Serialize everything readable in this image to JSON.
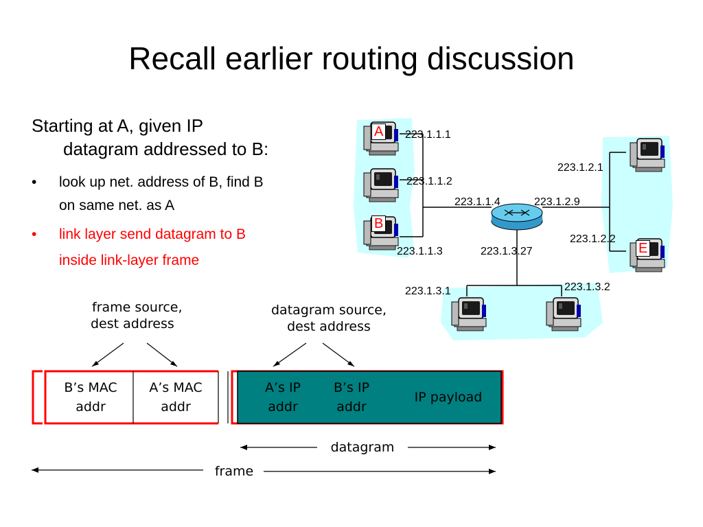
{
  "title": "Recall earlier routing discussion",
  "intro": {
    "line1": "Starting at A, given IP",
    "line2": "datagram addressed to B:"
  },
  "bullets": [
    {
      "marker": "•",
      "lines": [
        "look up net. address of B, find B",
        "on same net. as A"
      ],
      "color": "#000000"
    },
    {
      "marker": "•",
      "lines": [
        "link layer send datagram to B",
        "inside link-layer frame"
      ],
      "color": "#ff0000"
    }
  ],
  "network": {
    "hosts": {
      "A": "A",
      "B": "B",
      "E": "E"
    },
    "addresses": {
      "a1": "223.1.1.1",
      "a2": "223.1.1.2",
      "a3": "223.1.1.3",
      "a4": "223.1.1.4",
      "b1": "223.1.2.1",
      "b2": "223.1.2.2",
      "b9": "223.1.2.9",
      "c1": "223.1.3.1",
      "c2": "223.1.3.2",
      "c27": "223.1.3.27"
    },
    "colors": {
      "subnet": "#ccffff",
      "router": "#3399cc"
    }
  },
  "frame": {
    "frame_caption": [
      "frame source,",
      "dest address"
    ],
    "datagram_caption": [
      "datagram source,",
      "dest address"
    ],
    "cells": {
      "b_mac": [
        "B’s MAC",
        "addr"
      ],
      "a_mac": [
        "A’s MAC",
        "addr"
      ],
      "a_ip": [
        "A’s IP",
        "addr"
      ],
      "b_ip": [
        "B’s IP",
        "addr"
      ],
      "payload": "IP payload"
    },
    "datagram_label": "datagram",
    "frame_label": "frame",
    "colors": {
      "border": "#ff0000",
      "datagram_fill": "#008080"
    }
  }
}
